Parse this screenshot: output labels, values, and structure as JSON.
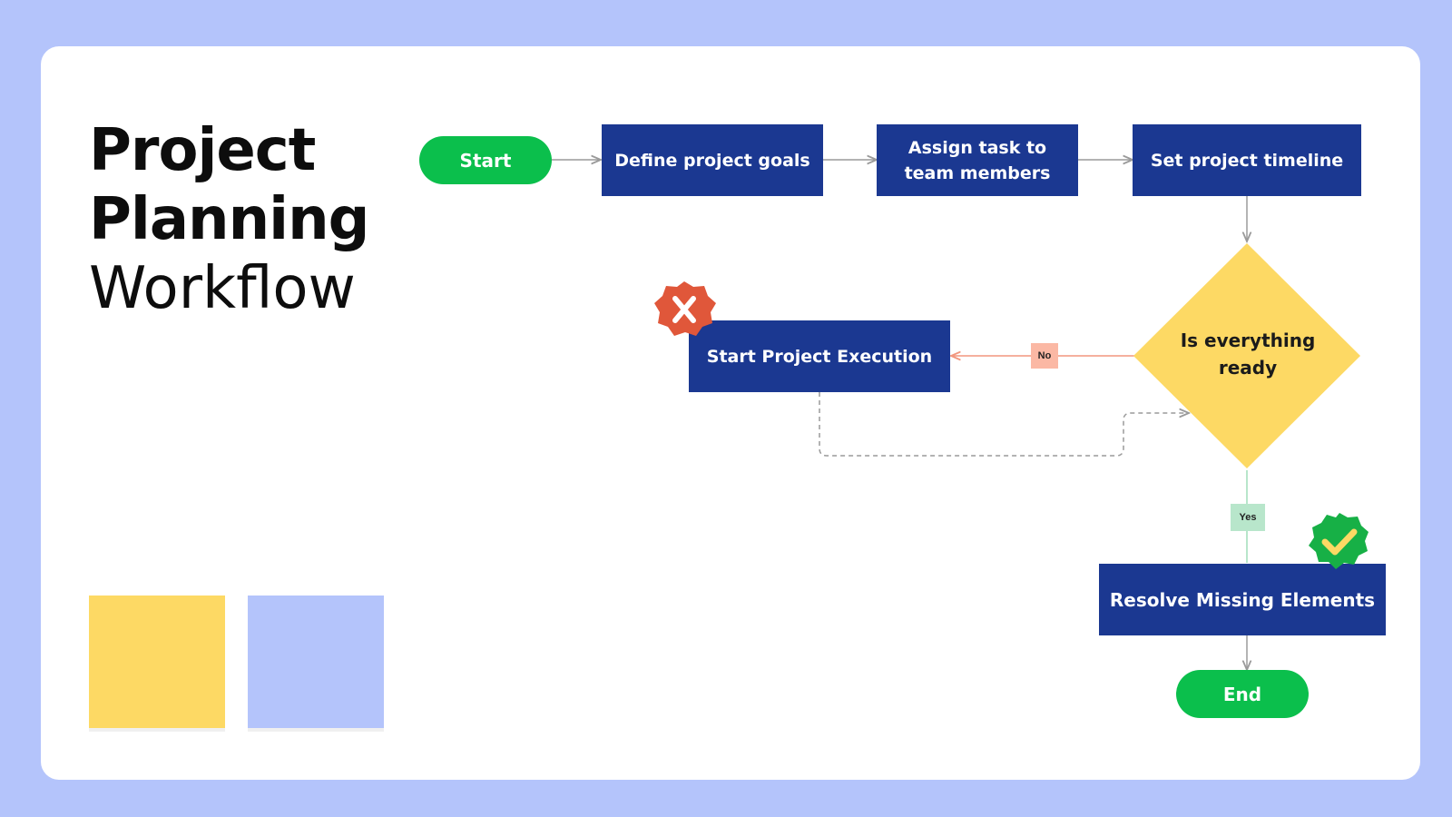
{
  "title": {
    "line1": "Project",
    "line2": "Planning",
    "line3": "Workflow"
  },
  "colors": {
    "background": "#b4c4fb",
    "terminal": "#0bbf4c",
    "process": "#1b3891",
    "decision": "#fdd964",
    "no_tag": "#fbb8a4",
    "yes_tag": "#b8e6cb",
    "error_badge": "#e0573a",
    "success_badge": "#17b046"
  },
  "nodes": {
    "start": "Start",
    "define_goals": "Define project goals",
    "assign_task": "Assign task to team members",
    "set_timeline": "Set project timeline",
    "decision": "Is everything ready",
    "start_execution": "Start Project Execution",
    "resolve_missing": "Resolve Missing Elements",
    "end": "End"
  },
  "edges": {
    "no_label": "No",
    "yes_label": "Yes"
  },
  "badges": {
    "execution_badge": "x-icon",
    "resolve_badge": "checkmark-icon"
  },
  "swatches": [
    "#fdd964",
    "#b4c4fb"
  ]
}
